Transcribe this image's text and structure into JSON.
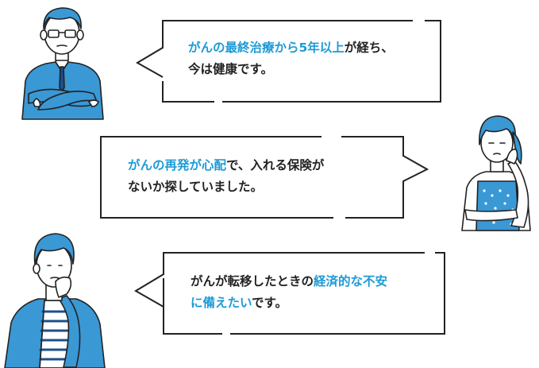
{
  "colors": {
    "accent": "#1d9ad6",
    "text": "#222222",
    "outline": "#222222",
    "skin": "#ffffff",
    "hair": "#3a98d5",
    "apron": "#3a98d5"
  },
  "bubbles": [
    {
      "speaker": "man-in-suit",
      "line1": [
        {
          "text": "がんの最終治療から5年以上",
          "accent": true
        },
        {
          "text": "が経ち、",
          "accent": false
        }
      ],
      "line2": [
        {
          "text": "今は健康です。",
          "accent": false
        }
      ]
    },
    {
      "speaker": "woman-with-apron",
      "line1": [
        {
          "text": "がんの再発が心配",
          "accent": true
        },
        {
          "text": "で、入れる保険が",
          "accent": false
        }
      ],
      "line2": [
        {
          "text": "ないか探していました。",
          "accent": false
        }
      ]
    },
    {
      "speaker": "man-thinking",
      "line1": [
        {
          "text": "がんが転移したときの",
          "accent": false
        },
        {
          "text": "経済的な不安",
          "accent": true
        }
      ],
      "line2": [
        {
          "text": "に備えたい",
          "accent": true
        },
        {
          "text": "です。",
          "accent": false
        }
      ]
    }
  ]
}
